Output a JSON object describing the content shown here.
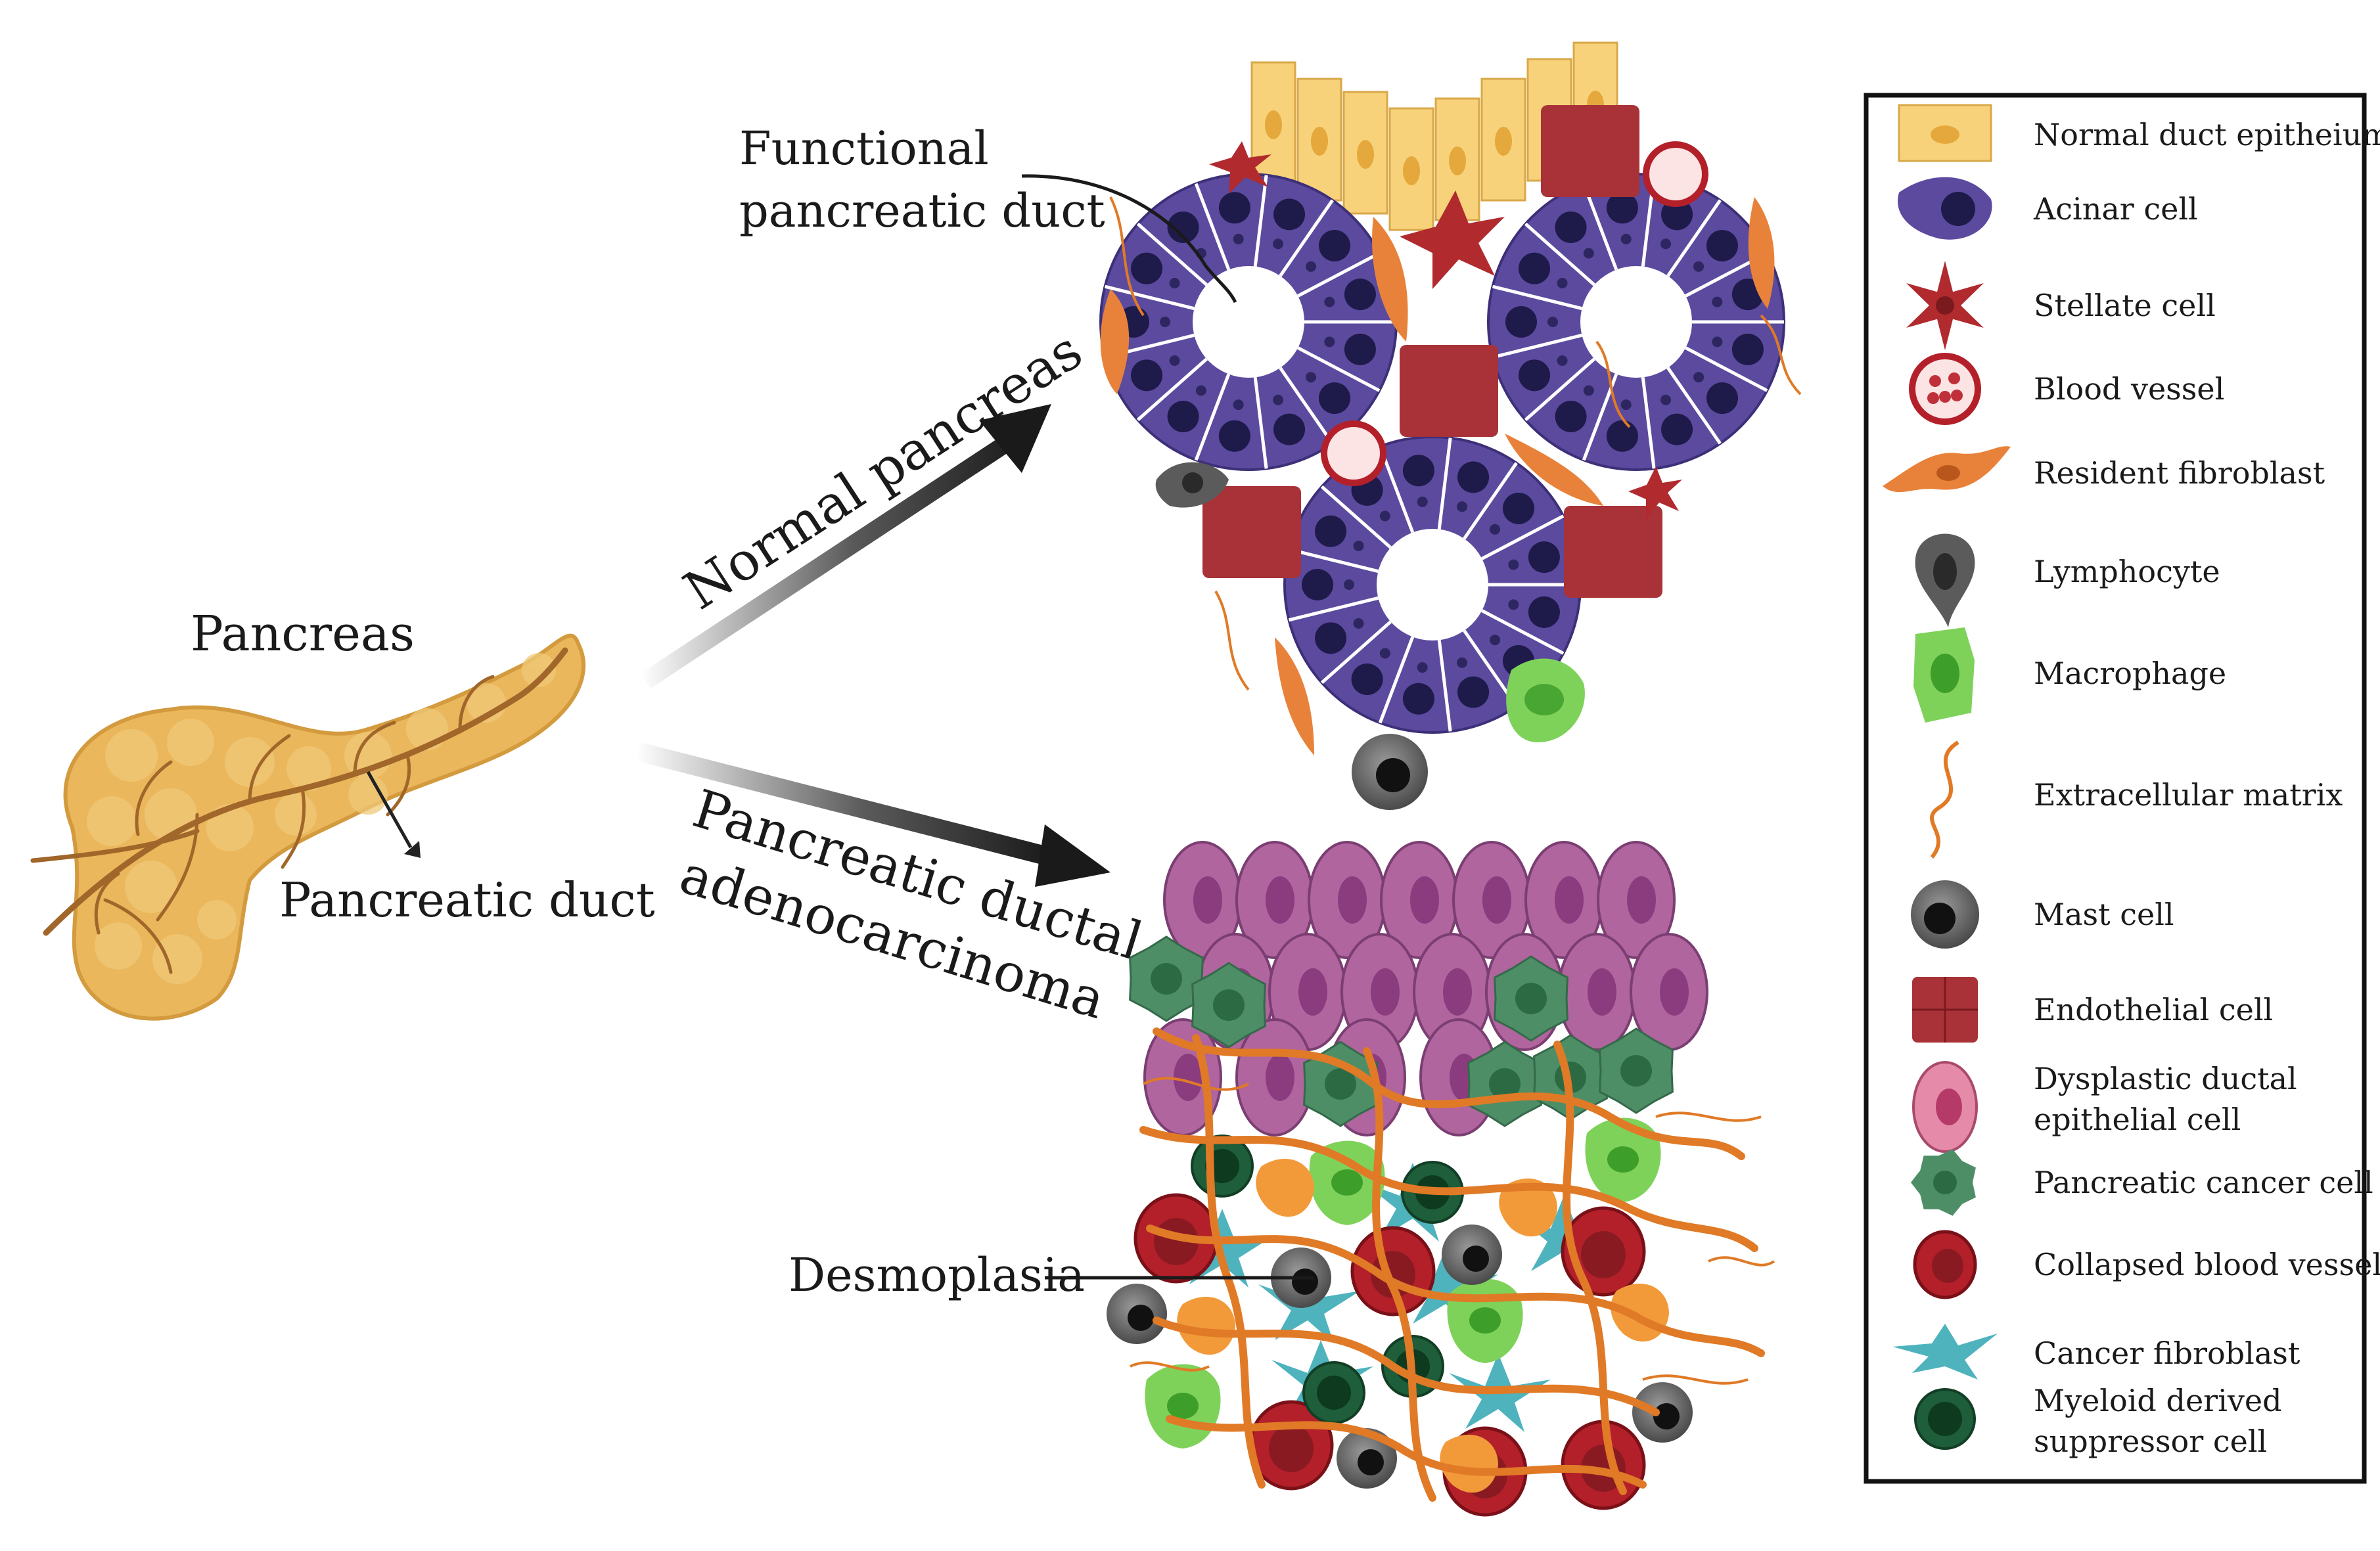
{
  "labels": {
    "pancreas": "Pancreas",
    "pancreatic_duct": "Pancreatic duct",
    "functional_duct_line1": "Functional",
    "functional_duct_line2": "pancreatic duct",
    "normal_pancreas": "Normal pancreas",
    "pdac_line1": "Pancreatic ductal",
    "pdac_line2": "adenocarcinoma",
    "desmoplasia": "Desmoplasia"
  },
  "legend": {
    "items": [
      {
        "icon": "normal-duct-epithelium-icon",
        "line1": "Normal duct epitheium",
        "line2": ""
      },
      {
        "icon": "acinar-cell-icon",
        "line1": "Acinar cell",
        "line2": ""
      },
      {
        "icon": "stellate-cell-icon",
        "line1": "Stellate cell",
        "line2": ""
      },
      {
        "icon": "blood-vessel-icon",
        "line1": "Blood vessel",
        "line2": ""
      },
      {
        "icon": "resident-fibroblast-icon",
        "line1": "Resident fibroblast",
        "line2": ""
      },
      {
        "icon": "lymphocyte-icon",
        "line1": "Lymphocyte",
        "line2": ""
      },
      {
        "icon": "macrophage-icon",
        "line1": "Macrophage",
        "line2": ""
      },
      {
        "icon": "extracellular-matrix-icon",
        "line1": "Extracellular matrix",
        "line2": ""
      },
      {
        "icon": "mast-cell-icon",
        "line1": "Mast cell",
        "line2": ""
      },
      {
        "icon": "endothelial-cell-icon",
        "line1": "Endothelial cell",
        "line2": ""
      },
      {
        "icon": "dysplastic-ductal-epithelial-cell-icon",
        "line1": "Dysplastic ductal",
        "line2": "epithelial cell"
      },
      {
        "icon": "pancreatic-cancer-cell-icon",
        "line1": "Pancreatic cancer cell",
        "line2": ""
      },
      {
        "icon": "collapsed-blood-vessel-icon",
        "line1": "Collapsed blood vessel",
        "line2": ""
      },
      {
        "icon": "cancer-fibroblast-icon",
        "line1": "Cancer fibroblast",
        "line2": ""
      },
      {
        "icon": "myeloid-derived-suppressor-cell-icon",
        "line1": "Myeloid derived",
        "line2": "suppressor cell"
      }
    ]
  },
  "colors": {
    "pancreas": "#eab75c",
    "duct": "#a0662a",
    "acinar": "#5b4a9e",
    "acinar_nucleus": "#1e1a4a",
    "epithelium": "#f8d27a",
    "stellate": "#b02a2e",
    "endothelial": "#a83238",
    "fibroblast": "#e8823a",
    "lymphocyte": "#5b5b5b",
    "macrophage": "#7ed25a",
    "ecm": "#e07a26",
    "mast": "#3a3a3a",
    "dysplastic": "#b0659e",
    "cancer_cell": "#4e8e66",
    "collapsed_vessel": "#b3202a",
    "cancer_fibroblast": "#4fb3bd",
    "mdsc": "#1e5e3a",
    "legend_border": "#111111"
  }
}
